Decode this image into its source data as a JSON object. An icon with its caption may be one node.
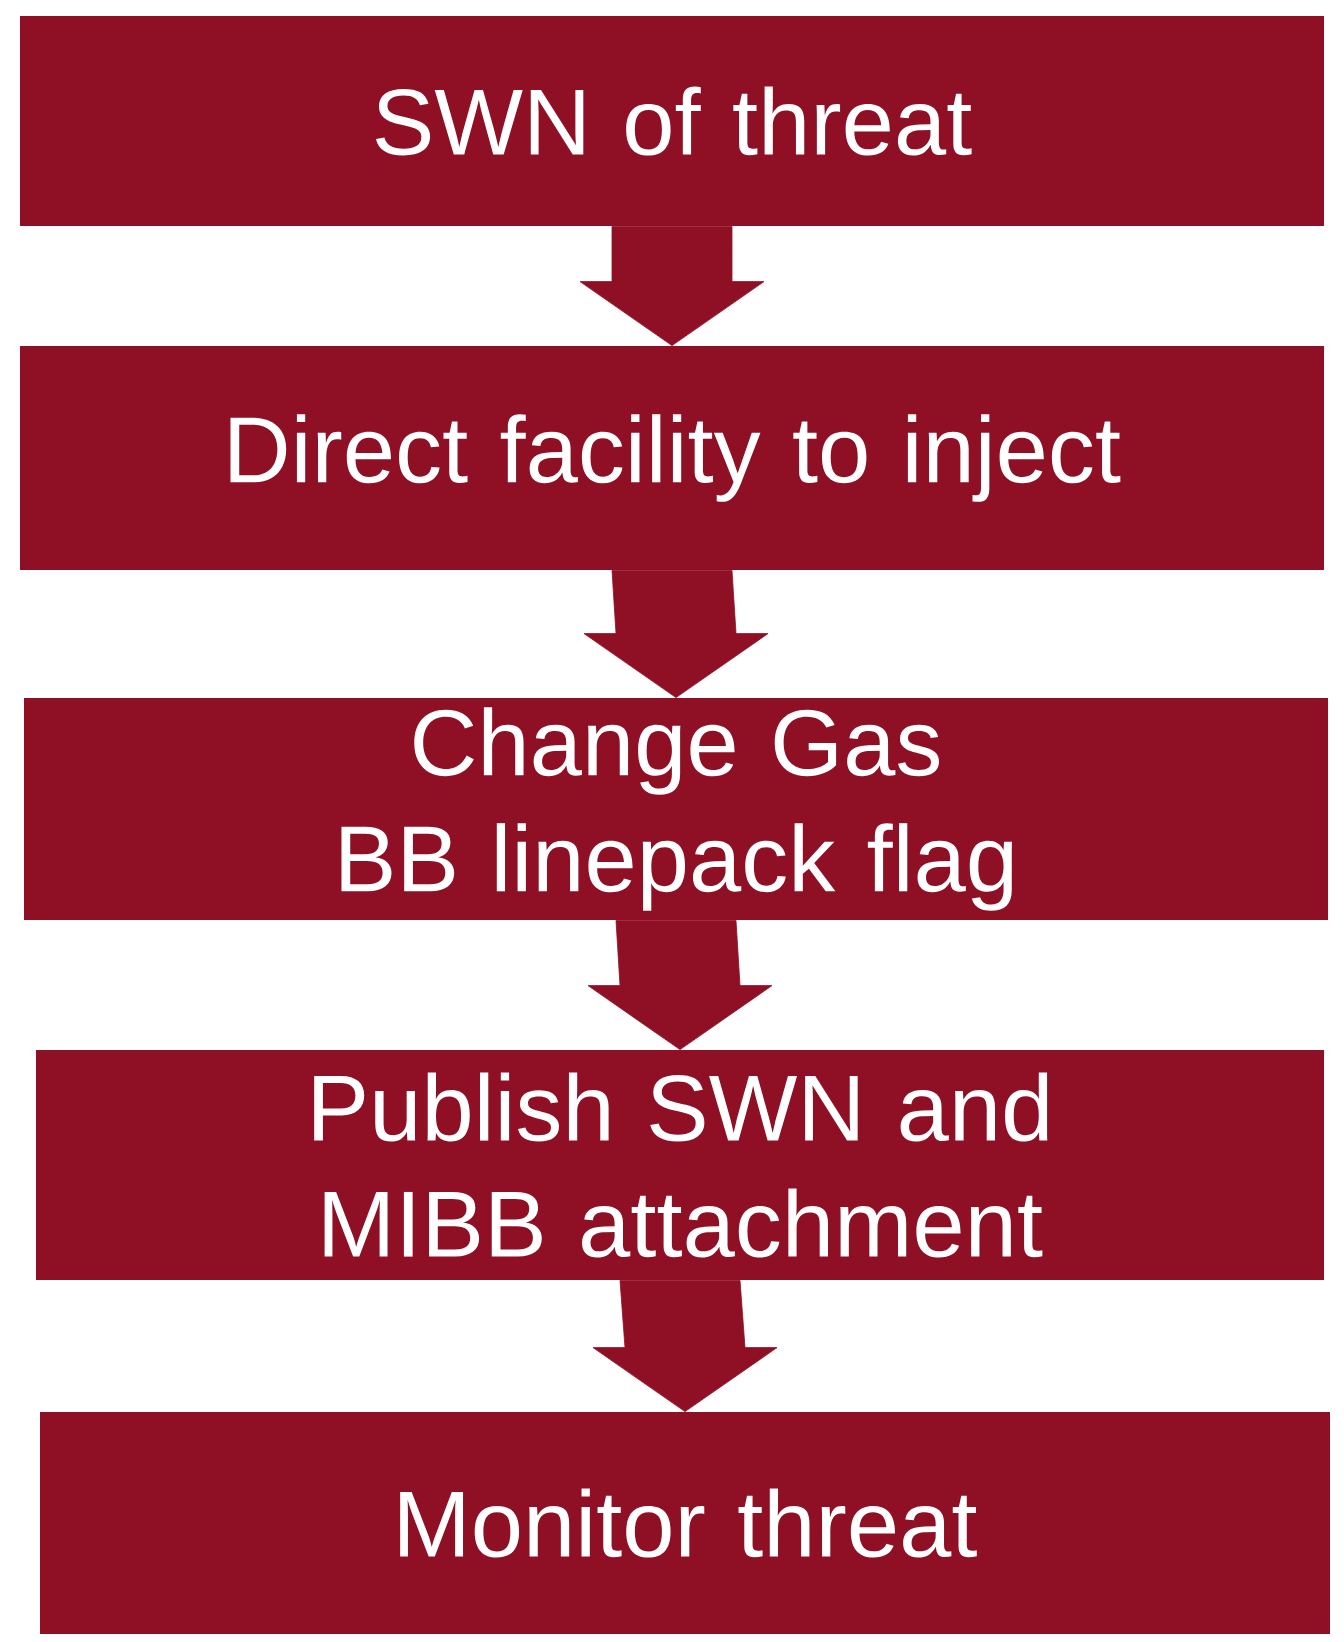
{
  "diagram": {
    "nodes": [
      {
        "text": [
          "SWN of threat"
        ]
      },
      {
        "text": [
          "Direct facility to inject"
        ]
      },
      {
        "text": [
          "Change Gas BB linepack flag"
        ]
      },
      {
        "text": [
          "Publish SWN and MIBB attachment"
        ]
      },
      {
        "text": [
          "Monitor threat"
        ]
      }
    ],
    "edges": [
      {
        "from": 0,
        "to": 1,
        "arrow": "to"
      },
      {
        "from": 1,
        "to": 2,
        "arrow": "to"
      },
      {
        "from": 2,
        "to": 3,
        "arrow": "to"
      },
      {
        "from": 3,
        "to": 4,
        "arrow": "to"
      }
    ]
  }
}
